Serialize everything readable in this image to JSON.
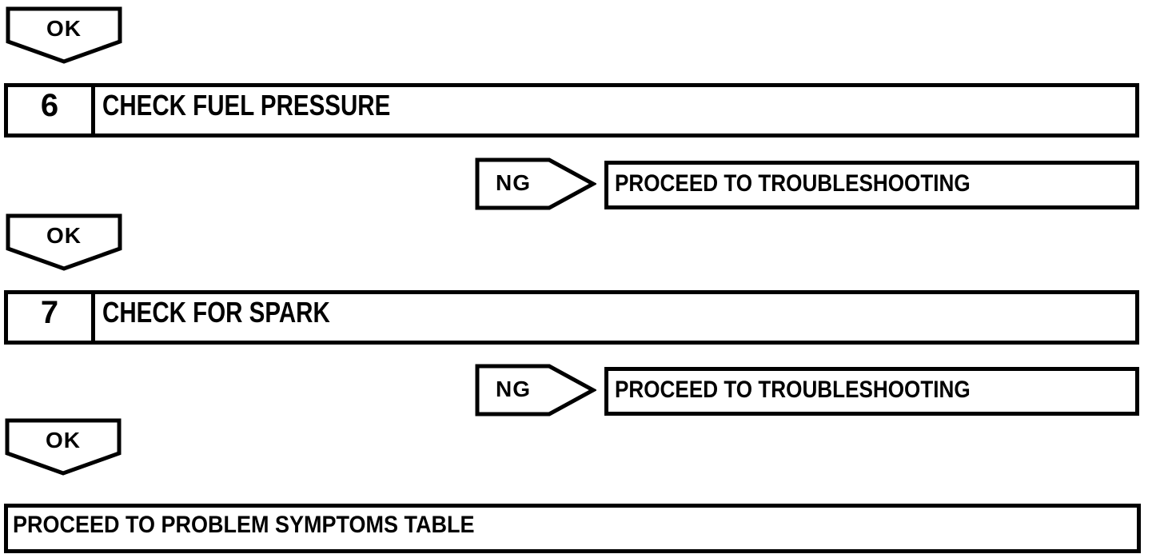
{
  "flowchart": {
    "colors": {
      "ink": "#000000",
      "background": "#ffffff"
    },
    "nodes": [
      {
        "type": "ok-connector",
        "label": "OK"
      },
      {
        "type": "step",
        "number": "6",
        "label": "CHECK FUEL PRESSURE"
      },
      {
        "type": "ng-branch",
        "label": "NG",
        "result": "PROCEED TO TROUBLESHOOTING"
      },
      {
        "type": "ok-connector",
        "label": "OK"
      },
      {
        "type": "step",
        "number": "7",
        "label": "CHECK FOR SPARK"
      },
      {
        "type": "ng-branch",
        "label": "NG",
        "result": "PROCEED TO TROUBLESHOOTING"
      },
      {
        "type": "ok-connector",
        "label": "OK"
      },
      {
        "type": "terminal",
        "label": "PROCEED TO PROBLEM SYMPTOMS TABLE"
      }
    ]
  }
}
